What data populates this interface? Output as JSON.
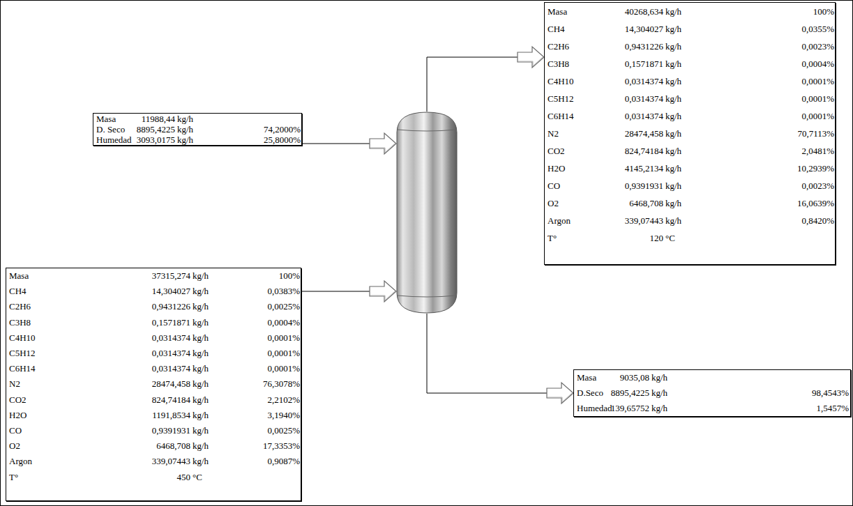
{
  "diagram": {
    "nodes": [
      {
        "text": [
          "Masa",
          "11988,44",
          "kg/h",
          "D. Seco",
          "8895,4225",
          "kg/h",
          "74,2000%",
          "Humedad",
          "3093,0175",
          "kg/h",
          "25,8000%"
        ]
      },
      {
        "text": [
          "Masa",
          "37315,274",
          "kg/h",
          "100%",
          "CH4",
          "14,304027",
          "kg/h",
          "0,0383%",
          "C2H6",
          "0,9431226",
          "kg/h",
          "0,0025%",
          "C3H8",
          "0,1571871",
          "kg/h",
          "0,0004%",
          "C4H10",
          "0,0314374",
          "kg/h",
          "0,0001%",
          "C5H12",
          "0,0314374",
          "kg/h",
          "0,0001%",
          "C6H14",
          "0,0314374",
          "kg/h",
          "0,0001%",
          "N2",
          "28474,458",
          "kg/h",
          "76,3078%",
          "CO2",
          "824,74184",
          "kg/h",
          "2,2102%",
          "H2O",
          "1191,8534",
          "kg/h",
          "3,1940%",
          "CO",
          "0,9391931",
          "kg/h",
          "0,0025%",
          "O2",
          "6468,708",
          "kg/h",
          "17,3353%",
          "Argon",
          "339,07443",
          "kg/h",
          "0,9087%",
          "T°",
          "450",
          "°C"
        ]
      },
      {
        "text": []
      },
      {
        "text": [
          "Masa",
          "40268,634",
          "kg/h",
          "100%",
          "CH4",
          "14,304027",
          "kg/h",
          "0,0355%",
          "C2H6",
          "0,9431226",
          "kg/h",
          "0,0023%",
          "C3H8",
          "0,1571871",
          "kg/h",
          "0,0004%",
          "C4H10",
          "0,0314374",
          "kg/h",
          "0,0001%",
          "C5H12",
          "0,0314374",
          "kg/h",
          "0,0001%",
          "C6H14",
          "0,0314374",
          "kg/h",
          "0,0001%",
          "N2",
          "28474,458",
          "kg/h",
          "70,7113%",
          "CO2",
          "824,74184",
          "kg/h",
          "2,0481%",
          "H2O",
          "4145,2134",
          "kg/h",
          "10,2939%",
          "CO",
          "0,9391931",
          "kg/h",
          "0,0023%",
          "O2",
          "6468,708",
          "kg/h",
          "16,0639%",
          "Argon",
          "339,07443",
          "kg/h",
          "0,8420%",
          "T°",
          "120",
          "°C"
        ]
      },
      {
        "text": [
          "Masa",
          "9035,08",
          "kg/h",
          "D.Seco",
          "8895,4225",
          "kg/h",
          "98,4543%",
          "Humedad",
          "139,65752",
          "kg/h",
          "1,5457%"
        ]
      }
    ],
    "edges": [
      {
        "from": 0,
        "to": 2,
        "arrow": "to"
      },
      {
        "from": 1,
        "to": 2,
        "arrow": "to"
      },
      {
        "from": 2,
        "to": 3,
        "arrow": "to"
      },
      {
        "from": 2,
        "to": 4,
        "arrow": "to"
      }
    ]
  }
}
